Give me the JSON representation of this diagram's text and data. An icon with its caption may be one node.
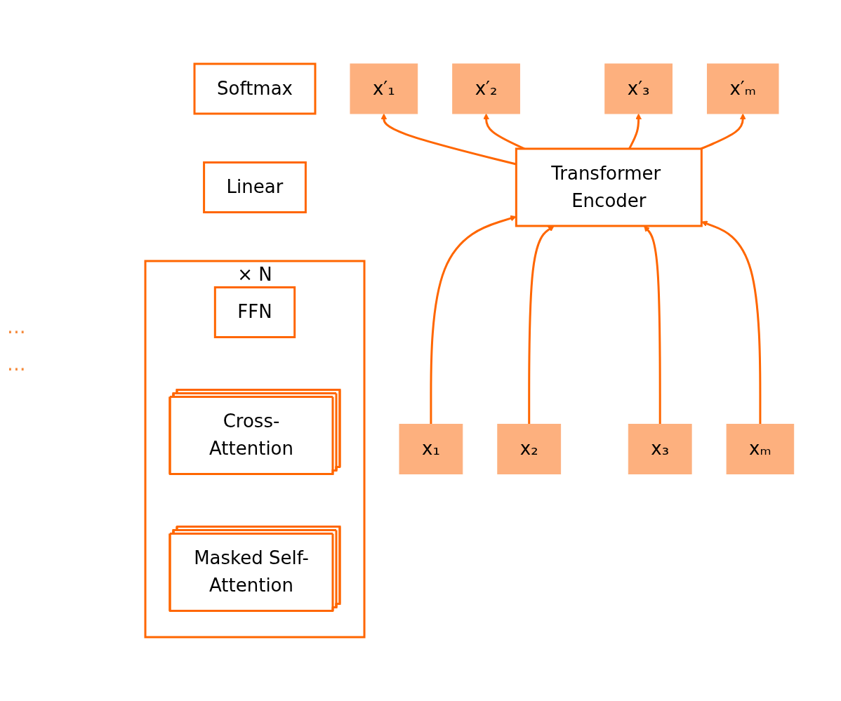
{
  "diagram": {
    "nodes": [
      {
        "text": [
          "x′₁"
        ]
      },
      {
        "text": [
          "x′₂"
        ]
      },
      {
        "text": [
          "x′₃"
        ]
      },
      {
        "text": [
          "x′ₘ"
        ]
      },
      {
        "text": [
          "Transformer Encoder"
        ]
      },
      {
        "text": [
          "x₁"
        ]
      },
      {
        "text": [
          "x₂"
        ]
      },
      {
        "text": [
          "x₃"
        ]
      },
      {
        "text": [
          "xₘ"
        ]
      },
      {
        "text": [
          "Softmax"
        ]
      },
      {
        "text": [
          "Linear"
        ]
      },
      {
        "text": [
          "× N"
        ]
      },
      {
        "text": [
          "FFN"
        ],
        "in": 11
      },
      {
        "text": [
          "Cross-Attention"
        ],
        "in": 11
      },
      {
        "text": [
          "Masked Self-Attention"
        ],
        "in": 11
      }
    ],
    "edges": [
      {
        "from": 5,
        "to": 4,
        "arrow": "to"
      },
      {
        "from": 6,
        "to": 4,
        "arrow": "to"
      },
      {
        "from": 7,
        "to": 4,
        "arrow": "to"
      },
      {
        "from": 8,
        "to": 4,
        "arrow": "to"
      },
      {
        "from": 4,
        "to": 0,
        "arrow": "to"
      },
      {
        "from": 4,
        "to": 1,
        "arrow": "to"
      },
      {
        "from": 4,
        "to": 2,
        "arrow": "to"
      },
      {
        "from": 4,
        "to": 3,
        "arrow": "to"
      }
    ],
    "labels": [
      "···",
      "···"
    ]
  }
}
